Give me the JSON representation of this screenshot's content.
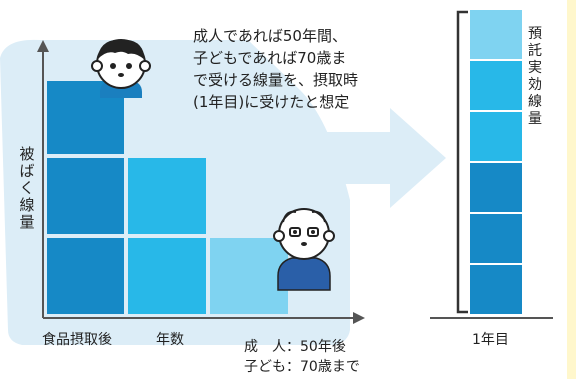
{
  "colors": {
    "background_panel": "#dcedf7",
    "block_dark": "#1689c6",
    "block_mid": "#28b8e8",
    "block_light": "#7fd3f1",
    "stack_top": "#7fd3f1",
    "axis": "#555555",
    "bracket": "#333333",
    "side_strip": "#fff7cc"
  },
  "note": {
    "lines": [
      "成人であれば50年間、",
      "子どもであれば70歳ま",
      "で受ける線量を、摂取時",
      "(1年目)に受けたと想定"
    ]
  },
  "left_chart": {
    "y_axis_label_chars": [
      "被",
      "ば",
      "く",
      "線",
      "量"
    ],
    "x_labels": [
      "食品摂取後",
      "年数"
    ],
    "annotation": [
      "成　人：50年後",
      "子ども：70歳まで"
    ],
    "figures": [
      {
        "name": "child",
        "icon": "child-face-icon"
      },
      {
        "name": "elderly",
        "icon": "elderly-face-icon"
      }
    ]
  },
  "right_stack": {
    "label_chars": [
      "預",
      "託",
      "実",
      "効",
      "線",
      "量"
    ],
    "x_label": "1年目",
    "blocks": [
      {
        "color": "#7fd3f1"
      },
      {
        "color": "#28b8e8"
      },
      {
        "color": "#28b8e8"
      },
      {
        "color": "#1689c6"
      },
      {
        "color": "#1689c6"
      },
      {
        "color": "#1689c6"
      }
    ]
  }
}
